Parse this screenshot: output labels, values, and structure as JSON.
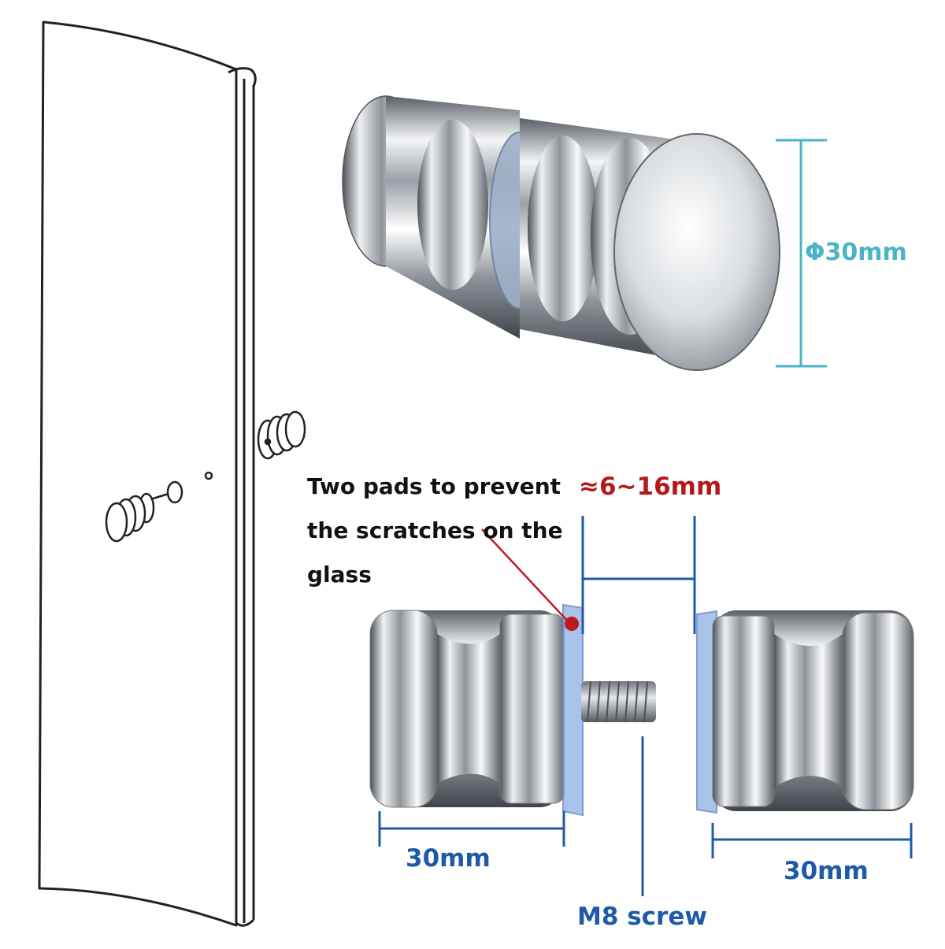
{
  "diagram": {
    "diameter_label": "Φ30mm",
    "gap_label": "≈6~16mm",
    "pad_note_lines": [
      "Two pads to prevent",
      "the scratches on the",
      "glass"
    ],
    "left_width_label": "30mm",
    "right_width_label": "30mm",
    "screw_label": "M8 screw",
    "colors": {
      "diameter_dimension": "#4ab3c6",
      "gap_text": "#b3191c",
      "dimension_lines": "#1d5aa8",
      "pointer": "#c01820",
      "pad": "#9bb8e6",
      "chrome": "#b9bec4"
    }
  }
}
